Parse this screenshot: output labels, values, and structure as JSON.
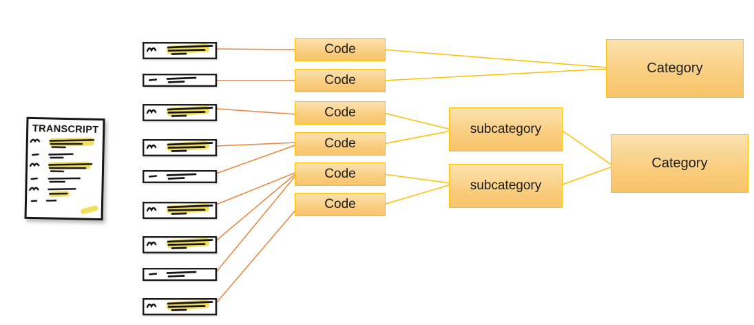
{
  "transcript": {
    "title": "TRANSCRIPT"
  },
  "excerpt_strips": [
    {
      "index": 1,
      "highlighted": true
    },
    {
      "index": 2,
      "highlighted": false
    },
    {
      "index": 3,
      "highlighted": true
    },
    {
      "index": 4,
      "highlighted": true
    },
    {
      "index": 5,
      "highlighted": false
    },
    {
      "index": 6,
      "highlighted": true
    },
    {
      "index": 7,
      "highlighted": true
    },
    {
      "index": 8,
      "highlighted": false
    },
    {
      "index": 9,
      "highlighted": true
    }
  ],
  "codes": [
    {
      "label": "Code"
    },
    {
      "label": "Code"
    },
    {
      "label": "Code"
    },
    {
      "label": "Code"
    },
    {
      "label": "Code"
    },
    {
      "label": "Code"
    }
  ],
  "subcategories": [
    {
      "label": "subcategory"
    },
    {
      "label": "subcategory"
    }
  ],
  "categories": [
    {
      "label": "Category"
    },
    {
      "label": "Category"
    }
  ],
  "connections": {
    "excerpt_to_code": [
      [
        1,
        1
      ],
      [
        2,
        2
      ],
      [
        3,
        3
      ],
      [
        4,
        4
      ],
      [
        5,
        4
      ],
      [
        6,
        5
      ],
      [
        7,
        5
      ],
      [
        8,
        5
      ],
      [
        9,
        6
      ]
    ],
    "code_to_category": [
      [
        1,
        1
      ],
      [
        2,
        1
      ]
    ],
    "code_to_subcategory": [
      [
        3,
        1
      ],
      [
        4,
        1
      ],
      [
        5,
        2
      ],
      [
        6,
        2
      ]
    ],
    "subcategory_to_category": [
      [
        1,
        2
      ],
      [
        2,
        2
      ]
    ]
  },
  "colors": {
    "box_border": "#FFC000",
    "box_fill_top": "#FCE2B0",
    "box_fill_bottom": "#F8C469",
    "gold_connector": "#FFC000",
    "orange_connector": "#ED7D31",
    "highlight_yellow": "#EFD73B",
    "ink": "#1b1b1b"
  }
}
